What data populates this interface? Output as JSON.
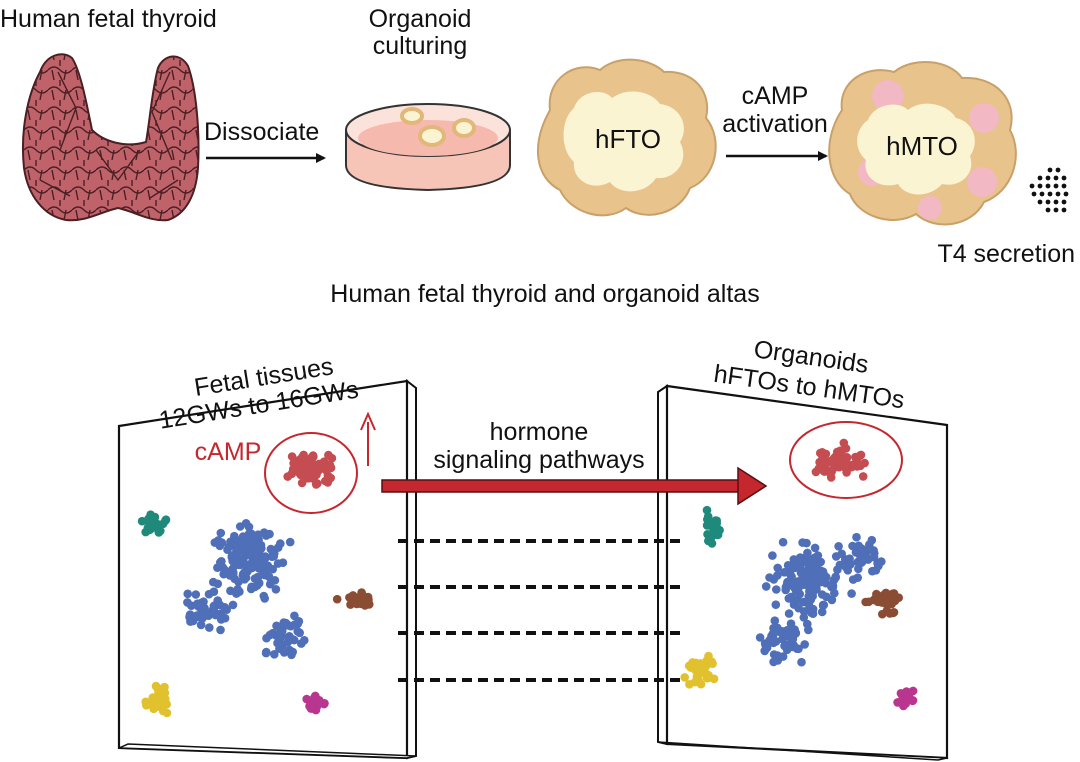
{
  "pipeline": {
    "thyroid_label": "Human fetal thyroid",
    "dissociate_label": "Dissociate",
    "organoid_culturing_line1": "Organoid",
    "organoid_culturing_line2": "culturing",
    "hfto_label": "hFTO",
    "camp_activation_line1": "cAMP",
    "camp_activation_line2": "activation",
    "hmto_label": "hMTO",
    "t4_label": "T4 secretion"
  },
  "atlas": {
    "title": "Human fetal thyroid and organoid altas",
    "left_panel": {
      "title_line1": "Fetal tissues",
      "title_line2": "12GWs to 16GWs",
      "camp_label": "cAMP"
    },
    "right_panel": {
      "title_line1": "Organoids",
      "title_line2": "hFTOs to hMTOs"
    },
    "connector_line1": "hormone",
    "connector_line2": "signaling pathways"
  },
  "colors": {
    "thyroid": "#c0626a",
    "thyroid_outline": "#4a2024",
    "organoid_shell": "#e9c38c",
    "organoid_lumen": "#fbf4d2",
    "hormone_pink": "#f2b8c4",
    "cluster_red": "#c54d52",
    "cluster_blue": "#4f6fb8",
    "cluster_teal": "#1f8a7c",
    "cluster_brown": "#8a4d34",
    "cluster_yellow": "#e2c12e",
    "cluster_magenta": "#b83690",
    "arrow_red": "#c4272e"
  },
  "icons": {
    "thyroid": "thyroid-gland-illustration",
    "dish": "petri-dish-illustration",
    "organoid": "organoid-illustration",
    "secretion": "t4-dots-icon",
    "arrow": "arrow-icon"
  }
}
